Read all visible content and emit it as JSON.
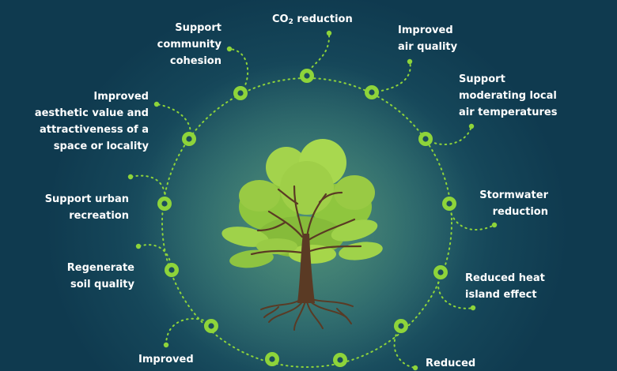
{
  "benefits": [
    {
      "id": "co2",
      "prefix": "CO",
      "sub": "2",
      "suffix": " reduction"
    },
    {
      "id": "air-quality",
      "lines": [
        "Improved",
        "air quality"
      ]
    },
    {
      "id": "air-temp",
      "lines": [
        "Support",
        "moderating local",
        "air temperatures"
      ]
    },
    {
      "id": "stormwater",
      "lines": [
        "Stormwater",
        "reduction"
      ]
    },
    {
      "id": "heat-island",
      "lines": [
        "Reduced heat",
        "island effect"
      ]
    },
    {
      "id": "reduced",
      "lines": [
        "Reduced"
      ]
    },
    {
      "id": "improved-bottom",
      "lines": [
        "Improved"
      ]
    },
    {
      "id": "soil",
      "lines": [
        "Regenerate",
        "soil quality"
      ]
    },
    {
      "id": "recreation",
      "lines": [
        "Support urban",
        "recreation"
      ]
    },
    {
      "id": "aesthetic",
      "lines": [
        "Improved",
        "aesthetic value and",
        "attractiveness of a",
        "space or locality"
      ]
    },
    {
      "id": "community",
      "lines": [
        "Support",
        "community",
        "cohesion"
      ]
    }
  ],
  "colors": {
    "accent": "#8ed43a",
    "text": "#ffffff",
    "leaf_light": "#a6d64a",
    "leaf_mid": "#89c23c",
    "leaf_dark": "#74a93a",
    "trunk": "#5a3a24"
  }
}
